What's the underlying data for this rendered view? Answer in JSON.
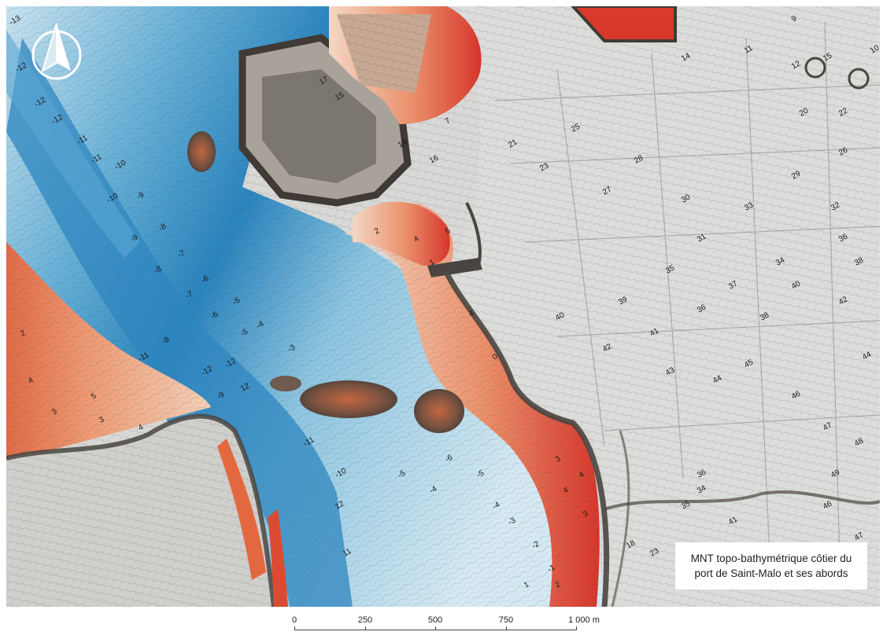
{
  "map": {
    "title_line1": "MNT topo-bathymétrique côtier du",
    "title_line2": "port de Saint-Malo et ses abords",
    "north_arrow": "north-arrow-icon",
    "colors": {
      "deep_water": "#1f7fb8",
      "mid_water": "#5fa9d4",
      "shallow_water": "#b9dcec",
      "intertidal_low": "#f0c0a0",
      "intertidal_high": "#d9392b",
      "land": "#d6d6d6",
      "cliff": "#4a4540"
    },
    "depth_labels": [
      {
        "t": "-13"
      },
      {
        "t": "-12"
      },
      {
        "t": "-12"
      },
      {
        "t": "-11"
      },
      {
        "t": "-10"
      },
      {
        "t": "-9"
      },
      {
        "t": "-8"
      },
      {
        "t": "-7"
      },
      {
        "t": "-6"
      },
      {
        "t": "-5"
      },
      {
        "t": "-4"
      },
      {
        "t": "-3"
      },
      {
        "t": "-12"
      },
      {
        "t": "-11"
      },
      {
        "t": "-10"
      },
      {
        "t": "-9"
      },
      {
        "t": "-8"
      },
      {
        "t": "-7"
      },
      {
        "t": "-6"
      },
      {
        "t": "-5"
      },
      {
        "t": "-11"
      },
      {
        "t": "-12"
      },
      {
        "t": "-8"
      },
      {
        "t": "-9"
      },
      {
        "t": "12"
      },
      {
        "t": "12"
      },
      {
        "t": "11"
      },
      {
        "t": "-12"
      },
      {
        "t": "-11"
      },
      {
        "t": "-10"
      },
      {
        "t": "-5"
      },
      {
        "t": "-4"
      },
      {
        "t": "-6"
      },
      {
        "t": "-5"
      },
      {
        "t": "-4"
      },
      {
        "t": "-3"
      },
      {
        "t": "-2"
      },
      {
        "t": "-1"
      },
      {
        "t": "1"
      },
      {
        "t": "2"
      },
      {
        "t": "3"
      },
      {
        "t": "4"
      },
      {
        "t": "5"
      },
      {
        "t": "2"
      },
      {
        "t": "3"
      },
      {
        "t": "4"
      },
      {
        "t": "3"
      },
      {
        "t": "4"
      },
      {
        "t": "2"
      },
      {
        "t": "4"
      },
      {
        "t": "5"
      },
      {
        "t": "4"
      },
      {
        "t": "1"
      },
      {
        "t": "0"
      },
      {
        "t": "4"
      },
      {
        "t": "3"
      },
      {
        "t": "21"
      },
      {
        "t": "23"
      },
      {
        "t": "25"
      },
      {
        "t": "27"
      },
      {
        "t": "28"
      },
      {
        "t": "30"
      },
      {
        "t": "31"
      },
      {
        "t": "33"
      },
      {
        "t": "34"
      },
      {
        "t": "35"
      },
      {
        "t": "36"
      },
      {
        "t": "37"
      },
      {
        "t": "38"
      },
      {
        "t": "39"
      },
      {
        "t": "40"
      },
      {
        "t": "41"
      },
      {
        "t": "42"
      },
      {
        "t": "43"
      },
      {
        "t": "44"
      },
      {
        "t": "45"
      },
      {
        "t": "46"
      },
      {
        "t": "47"
      },
      {
        "t": "48"
      },
      {
        "t": "49"
      },
      {
        "t": "11"
      },
      {
        "t": "12"
      },
      {
        "t": "14"
      },
      {
        "t": "15"
      },
      {
        "t": "10"
      },
      {
        "t": "9"
      },
      {
        "t": "20"
      },
      {
        "t": "22"
      },
      {
        "t": "26"
      },
      {
        "t": "29"
      },
      {
        "t": "32"
      },
      {
        "t": "36"
      },
      {
        "t": "38"
      },
      {
        "t": "40"
      },
      {
        "t": "42"
      },
      {
        "t": "44"
      },
      {
        "t": "46"
      },
      {
        "t": "47"
      },
      {
        "t": "45"
      },
      {
        "t": "43"
      },
      {
        "t": "41"
      },
      {
        "t": "36"
      },
      {
        "t": "35"
      },
      {
        "t": "34"
      },
      {
        "t": "18"
      },
      {
        "t": "23"
      },
      {
        "t": "25"
      },
      {
        "t": "16"
      },
      {
        "t": "14"
      },
      {
        "t": "17"
      },
      {
        "t": "15"
      },
      {
        "t": "7"
      }
    ],
    "scale": {
      "labels": [
        "0",
        "250",
        "500",
        "750",
        "1 000 m"
      ]
    }
  }
}
